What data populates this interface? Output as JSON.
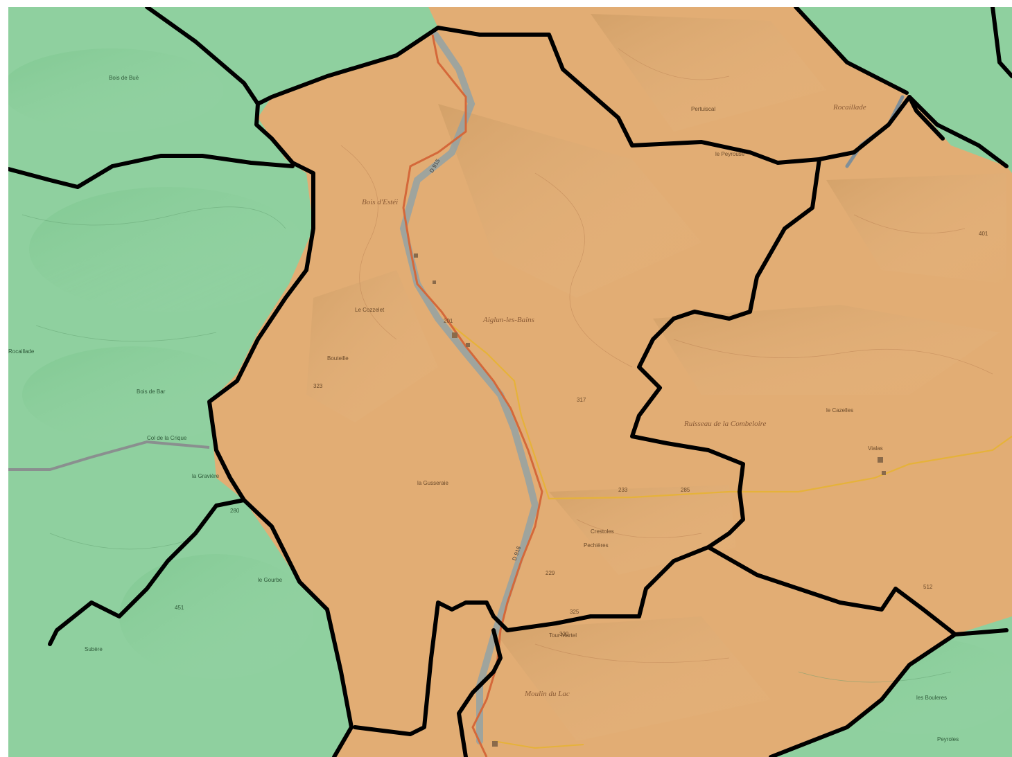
{
  "map": {
    "colors": {
      "selected_zone": "#e2ad74",
      "other_zone": "#8fd09f",
      "boundary": "#000000",
      "main_road": "#d4683a",
      "secondary_road": "#e6b23a",
      "river": "#8fa1a8"
    },
    "places_brown": [
      {
        "name": "Aiglun-les-Bains"
      },
      {
        "name": "Le Cozzelet"
      },
      {
        "name": "la Gusseraie"
      },
      {
        "name": "Pechières"
      },
      {
        "name": "Bouteille"
      },
      {
        "name": "Crestoles"
      },
      {
        "name": "Ruisseau de la Combeloire"
      },
      {
        "name": "le Cazelles"
      },
      {
        "name": "Vialas"
      },
      {
        "name": "Rocaillade"
      },
      {
        "name": "Pertuiscal"
      },
      {
        "name": "Bois d'Estéi"
      },
      {
        "name": "le Peyrouse"
      },
      {
        "name": "Moulin du Lac"
      },
      {
        "name": "Tour Martel"
      },
      {
        "name": "les Bouleres"
      },
      {
        "name": "Peyroles"
      }
    ],
    "places_green": [
      {
        "name": "la Gravière"
      },
      {
        "name": "Bois de Bar"
      },
      {
        "name": "Bois de Buë"
      },
      {
        "name": "le Gourbe"
      },
      {
        "name": "Subère"
      },
      {
        "name": "Col de la Crique"
      },
      {
        "name": "Rocaillade"
      }
    ],
    "road_labels": [
      {
        "text": "D 916"
      },
      {
        "text": "D 915"
      }
    ],
    "spot_heights": [
      "201",
      "320",
      "325",
      "229",
      "401",
      "512",
      "285",
      "233",
      "317",
      "323",
      "451",
      "280"
    ]
  }
}
